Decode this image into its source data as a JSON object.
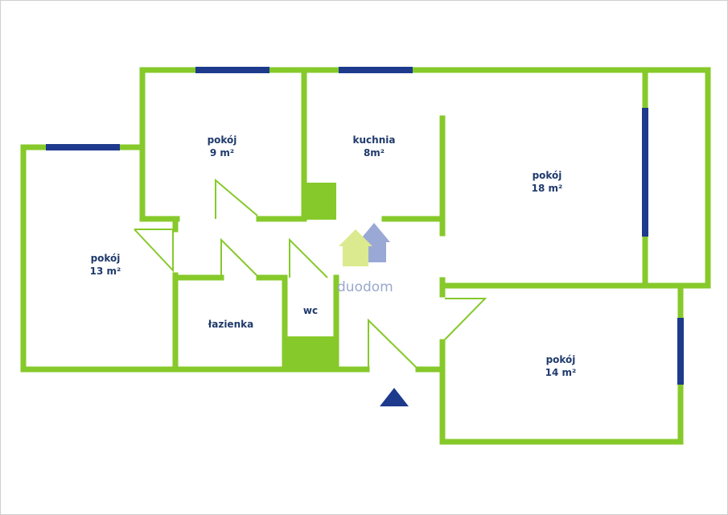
{
  "rooms": {
    "pokoj_9": {
      "name": "pokój",
      "area": "9 m²"
    },
    "kuchnia": {
      "name": "kuchnia",
      "area": "8m²"
    },
    "pokoj_18": {
      "name": "pokój",
      "area": "18 m²"
    },
    "pokoj_13": {
      "name": "pokój",
      "area": "13 m²"
    },
    "lazienka": {
      "name": "łazienka"
    },
    "wc": {
      "name": "wc"
    },
    "pokoj_14": {
      "name": "pokój",
      "area": "14 m²"
    }
  },
  "logo": {
    "text": "duodom"
  },
  "colors": {
    "wall": "#86c92a",
    "window": "#1d3a8c",
    "label": "#1f3a6b",
    "logo_front": "#dbe98f",
    "logo_back": "#9aa8d6"
  },
  "icons": {
    "entrance": "triangle-up-icon",
    "logo": "house-logo-icon"
  }
}
